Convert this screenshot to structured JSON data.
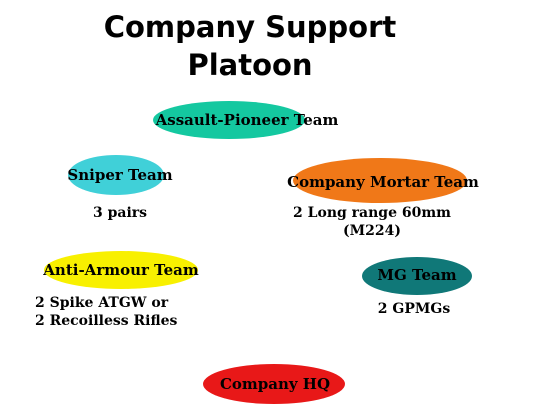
{
  "title": {
    "line1": "Company Support",
    "line2": "Platoon"
  },
  "nodes": {
    "assault_pioneer": {
      "label": "Assault-Pioneer Team",
      "color": "#14c8a0"
    },
    "sniper": {
      "label": "Sniper Team",
      "color": "#40d0d8",
      "detail": "3 pairs"
    },
    "mortar": {
      "label": "Company Mortar Team",
      "color": "#f07818",
      "detail_line1": "2 Long range 60mm",
      "detail_line2": "(M224)"
    },
    "anti_armour": {
      "label": "Anti-Armour Team",
      "color": "#f8f000",
      "detail_line1": "2 Spike ATGW or",
      "detail_line2": "2 Recoilless Rifles"
    },
    "mg": {
      "label": "MG Team",
      "color": "#107878",
      "detail": "2 GPMGs"
    },
    "hq": {
      "label": "Company HQ",
      "color": "#e81818"
    }
  }
}
